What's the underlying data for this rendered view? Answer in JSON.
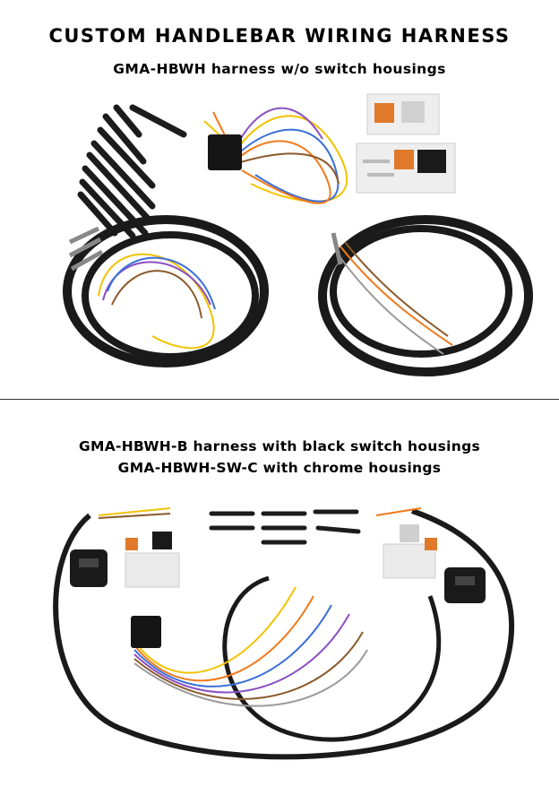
{
  "header": {
    "title": "CUSTOM HANDLEBAR WIRING HARNESS",
    "subtitle": "GMA-HBWH harness w/o switch housings"
  },
  "section2": {
    "line1": "GMA-HBWH-B harness with black switch housings",
    "line2": "GMA-HBWH-SW-C with chrome housings"
  },
  "colors": {
    "sleeve": "#1a1a1a",
    "connector_orange": "#e07a2a",
    "wire_yellow": "#f2c200",
    "wire_orange": "#f07a1c",
    "wire_blue": "#3a6fd8",
    "wire_violet": "#8a4fc0",
    "wire_brown": "#8b5a2b",
    "wire_grey": "#9a9a9a"
  }
}
